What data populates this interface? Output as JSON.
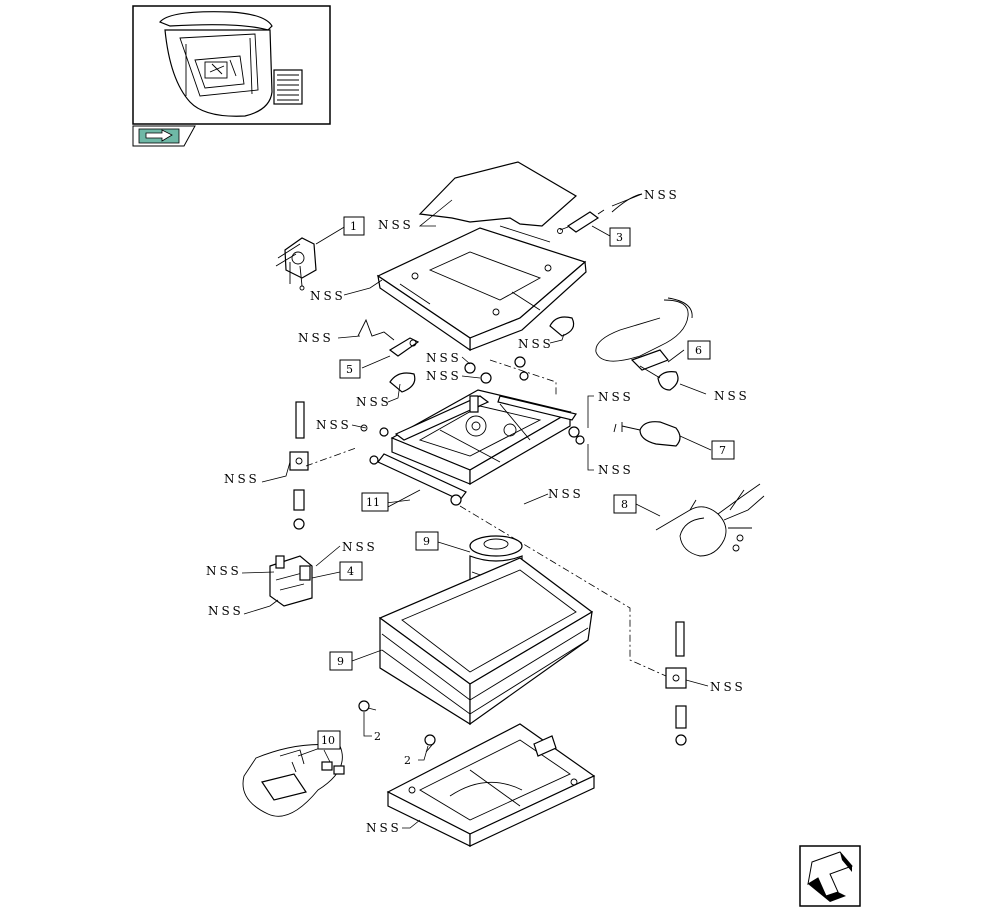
{
  "nss": "NSS",
  "callouts": {
    "c1": "1",
    "c2a": "2",
    "c2b": "2",
    "c3": "3",
    "c4": "4",
    "c5": "5",
    "c6": "6",
    "c7": "7",
    "c8": "8",
    "c9a": "9",
    "c9b": "9",
    "c10": "10",
    "c11": "11"
  },
  "icons": {
    "thumbnail": "cab-thumbnail-icon",
    "nav_tab": "next-page-arrow-icon",
    "nav_corner": "previous-page-arrow-icon"
  },
  "colors": {
    "line": "#000000",
    "tab_fill": "#6fb8a6",
    "background": "#ffffff"
  }
}
